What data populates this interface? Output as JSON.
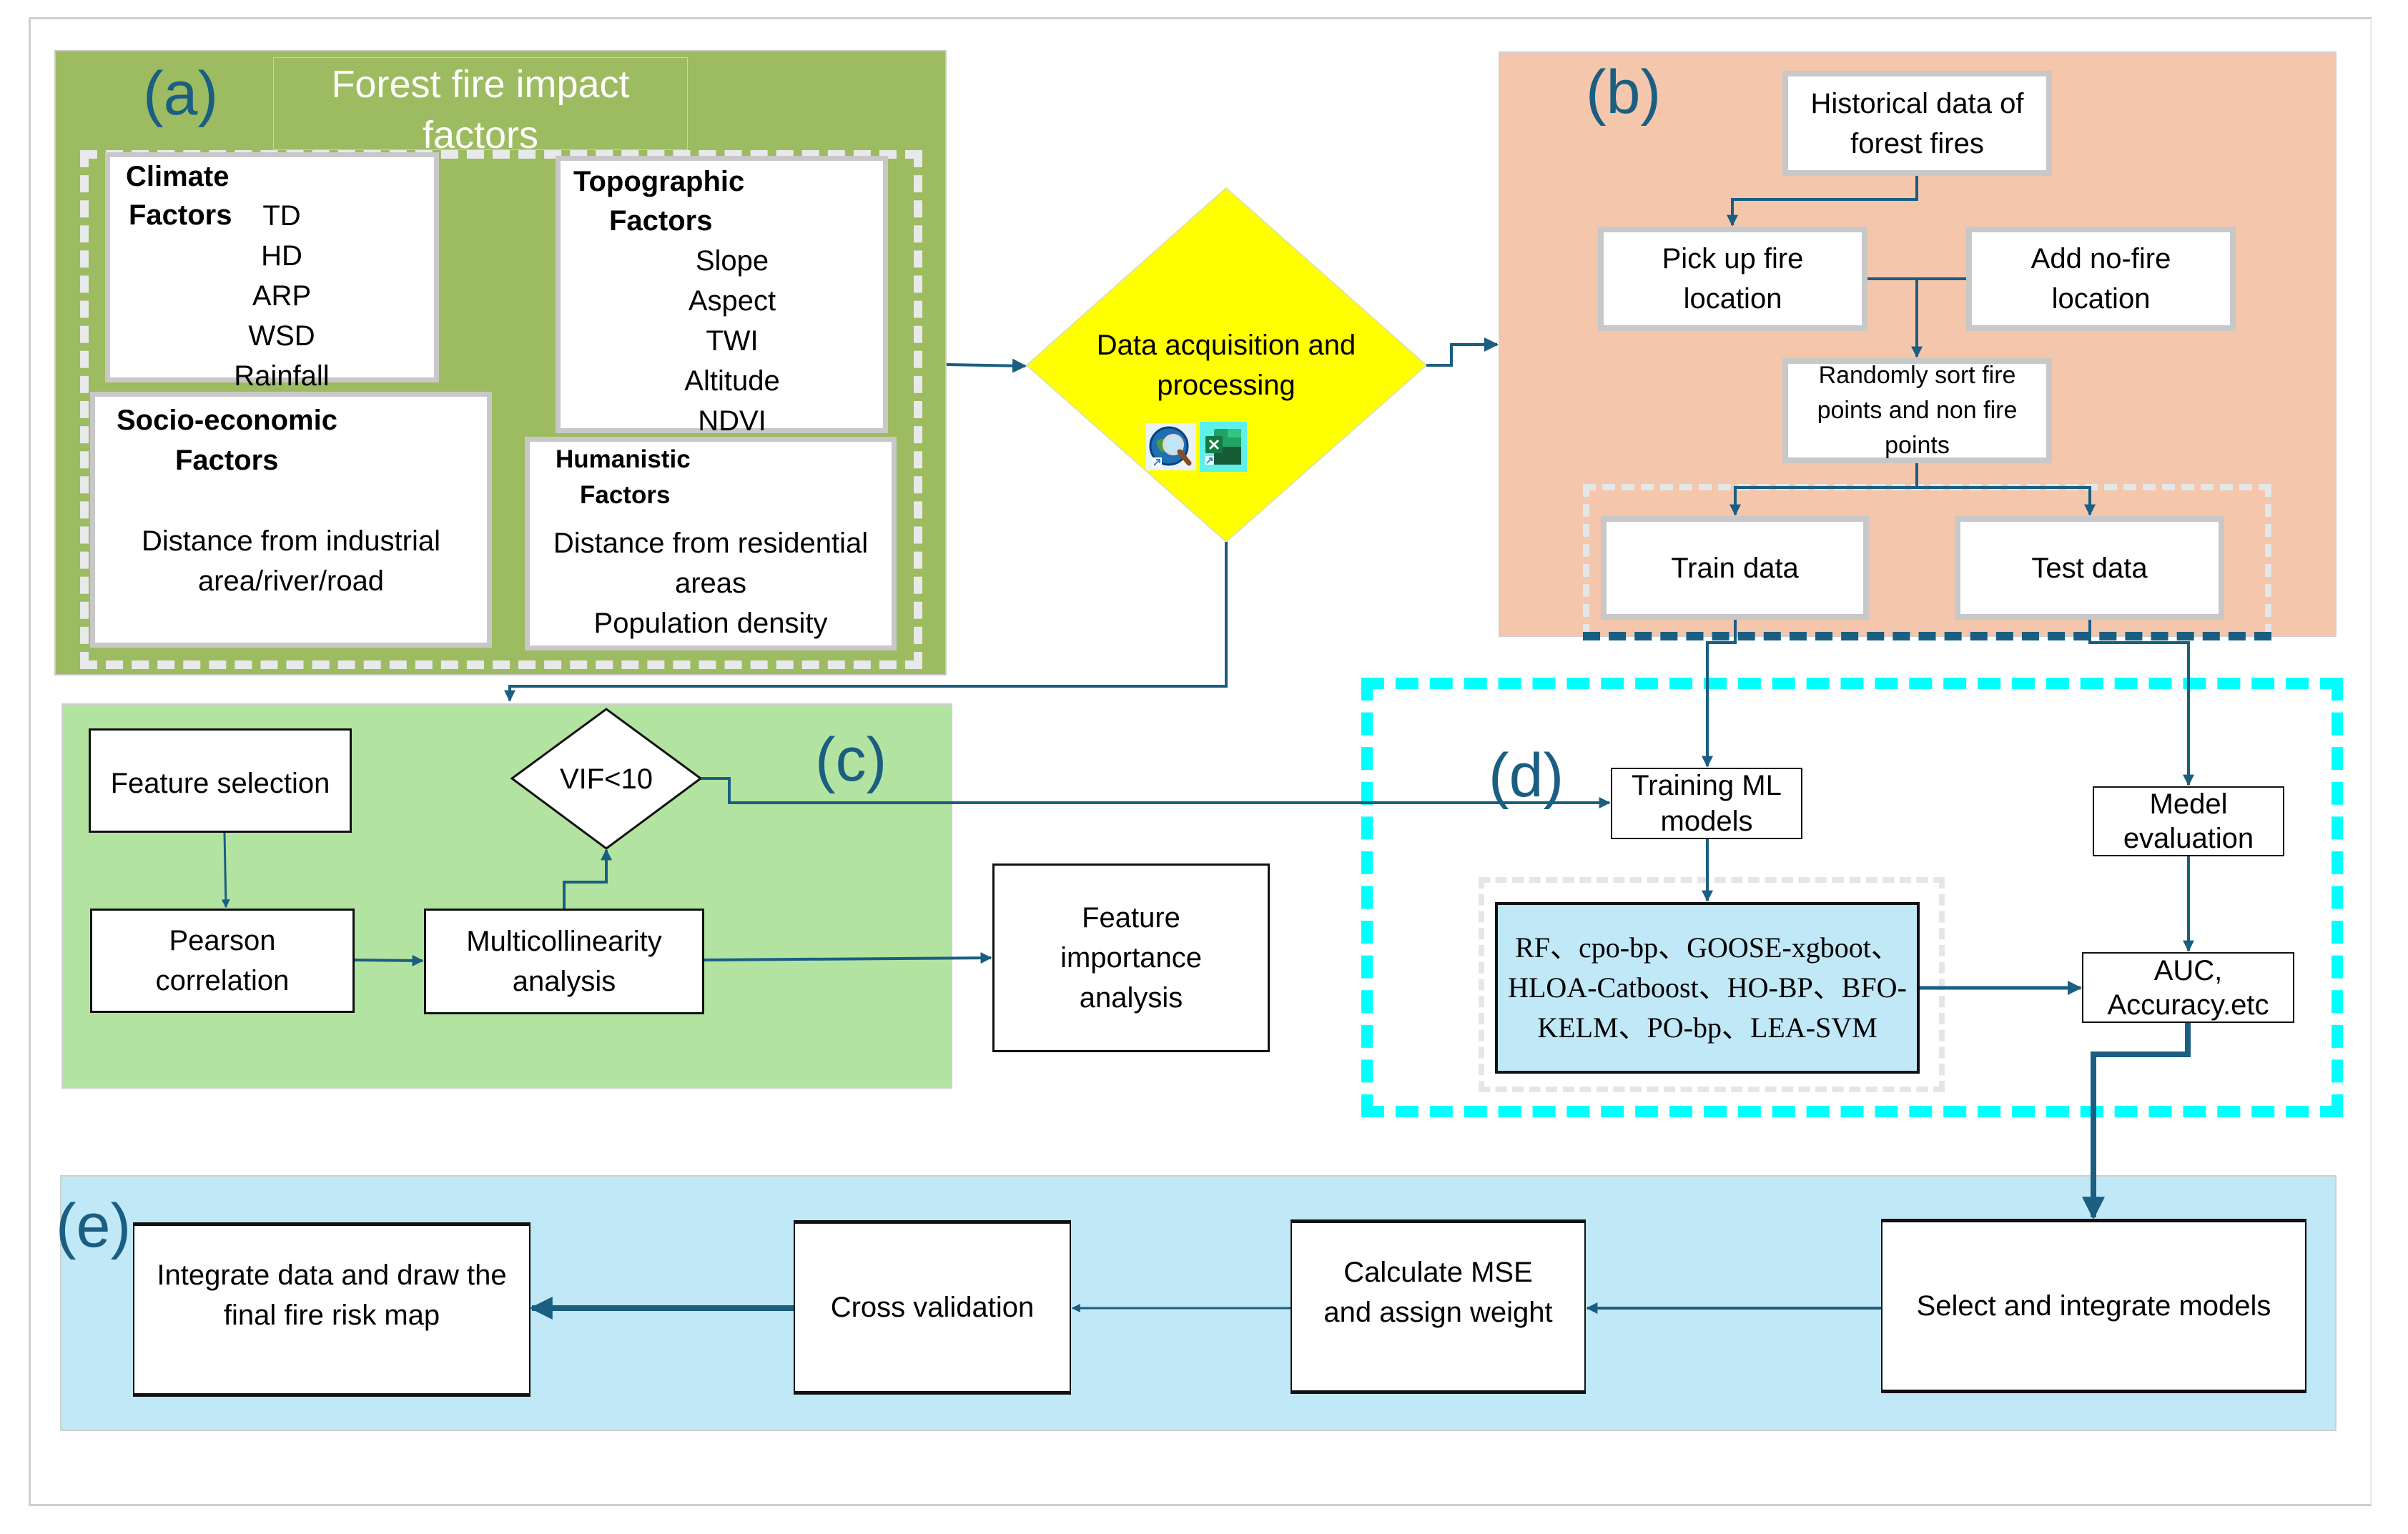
{
  "panels": {
    "a": {
      "label": "(a)",
      "title_line1": "Forest fire impact",
      "title_line2": "factors",
      "climate": {
        "title_line1": "Climate",
        "title_line2": "Factors",
        "items": [
          "TD",
          "HD",
          "ARP",
          "WSD",
          "Rainfall"
        ]
      },
      "topographic": {
        "title_line1": "Topographic",
        "title_line2": "Factors",
        "items": [
          "Slope",
          "Aspect",
          "TWI",
          "Altitude",
          "NDVI"
        ]
      },
      "socio": {
        "title_line1": "Socio-economic",
        "title_line2": "Factors",
        "items": [
          "Distance from industrial",
          "area/river/road"
        ]
      },
      "humanistic": {
        "title_line1": "Humanistic",
        "title_line2": "Factors",
        "items": [
          "Distance from residential",
          "areas",
          "Population density"
        ]
      }
    },
    "hub": {
      "text_line1": "Data acquisition and",
      "text_line2": "processing",
      "icons": [
        "globe-search-app-icon",
        "excel-app-icon"
      ],
      "fill_color": "#ffff00"
    },
    "b": {
      "label": "(b)",
      "historical": "Historical data of forest fires",
      "pick_up": "Pick up fire location",
      "add_no_fire": "Add no-fire location",
      "randomly": "Randomly sort fire points and non fire points",
      "train": "Train data",
      "test": "Test data"
    },
    "c": {
      "label": "(c)",
      "feature_selection": "Feature selection",
      "pearson": "Pearson correlation",
      "multicollinearity": "Multicollinearity analysis",
      "vif": "VIF<10",
      "feature_importance": "Feature importance analysis"
    },
    "d": {
      "label": "(d)",
      "training": "Training ML models",
      "models": "RF、cpo-bp、GOOSE-xgboot、HLOA-Catboost、HO-BP、BFO-KELM、PO-bp、LEA-SVM",
      "evaluation": "Medel evaluation",
      "metrics": "AUC, Accuracy.etc"
    },
    "e": {
      "label": "(e)",
      "select": "Select and integrate  models",
      "mse": "Calculate MSE and assign weight",
      "cross": "Cross validation",
      "integrate": "Integrate data and draw the final fire risk map"
    }
  },
  "colors": {
    "arrow": "#1a5e82",
    "panel_a": "#9dbb61",
    "panel_b": "#f4c6ac",
    "panel_c": "#b3e3a0",
    "panel_e": "#c0e8f7",
    "panel_d_border": "#00ffff",
    "label": "#1a5e82"
  }
}
